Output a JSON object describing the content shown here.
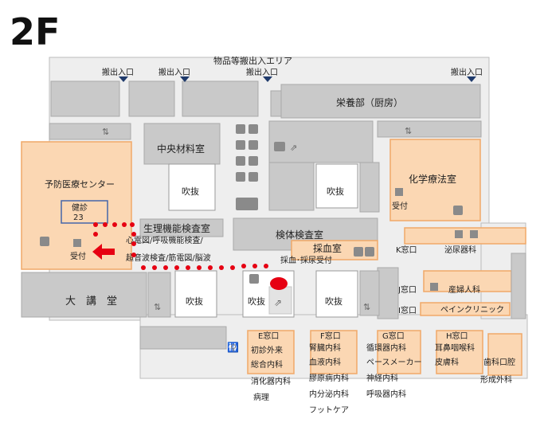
{
  "floor": "2F",
  "areas": {
    "loading_area": "物品等搬出入エリア",
    "loading_doors": [
      "搬出入口",
      "搬出入口",
      "搬出入口",
      "搬出入口"
    ],
    "nutrition": "栄養部（厨房）",
    "central_materials": "中央材料室",
    "atrium": "吹抜",
    "preventive_center": "予防医療センター",
    "checkup_box": "健診",
    "checkup_num": "23",
    "reception": "受付",
    "physiology": "生理機能検査室",
    "physiology_sub1": "心電図/呼吸機能検査/",
    "physiology_sub2": "超音波検査/筋電図/脳波",
    "specimen": "検体検査室",
    "blood": "採血室",
    "blood_sub": "採血･採尿受付",
    "chemo": "化学療法室",
    "auditorium": "大　講　堂",
    "k_window": "K窓口",
    "urology": "泌尿器科",
    "j_window": "J窓口",
    "obgyn": "産婦人科",
    "i_window": "I窓口",
    "pain": "ペインクリニック",
    "e_window": "E窓口",
    "f_window": "F窓口",
    "g_window": "G窓口",
    "h_window": "H窓口",
    "e_depts": [
      "初診外来",
      "総合内科",
      "消化器内科",
      "病理"
    ],
    "f_depts": [
      "腎臓内科",
      "血液内科",
      "膠原病内科",
      "内分泌内科",
      "フットケア"
    ],
    "g_depts": [
      "循環器内科",
      "ペースメーカー",
      "神経内科",
      "呼吸器内科"
    ],
    "h_depts": [
      "耳鼻咽喉科",
      "皮膚科"
    ],
    "dental": "歯科口腔",
    "dental2": "形成外科"
  },
  "colors": {
    "dept": "#fbd7b3",
    "route": "#e60012",
    "nav": "#1f3a6b"
  }
}
